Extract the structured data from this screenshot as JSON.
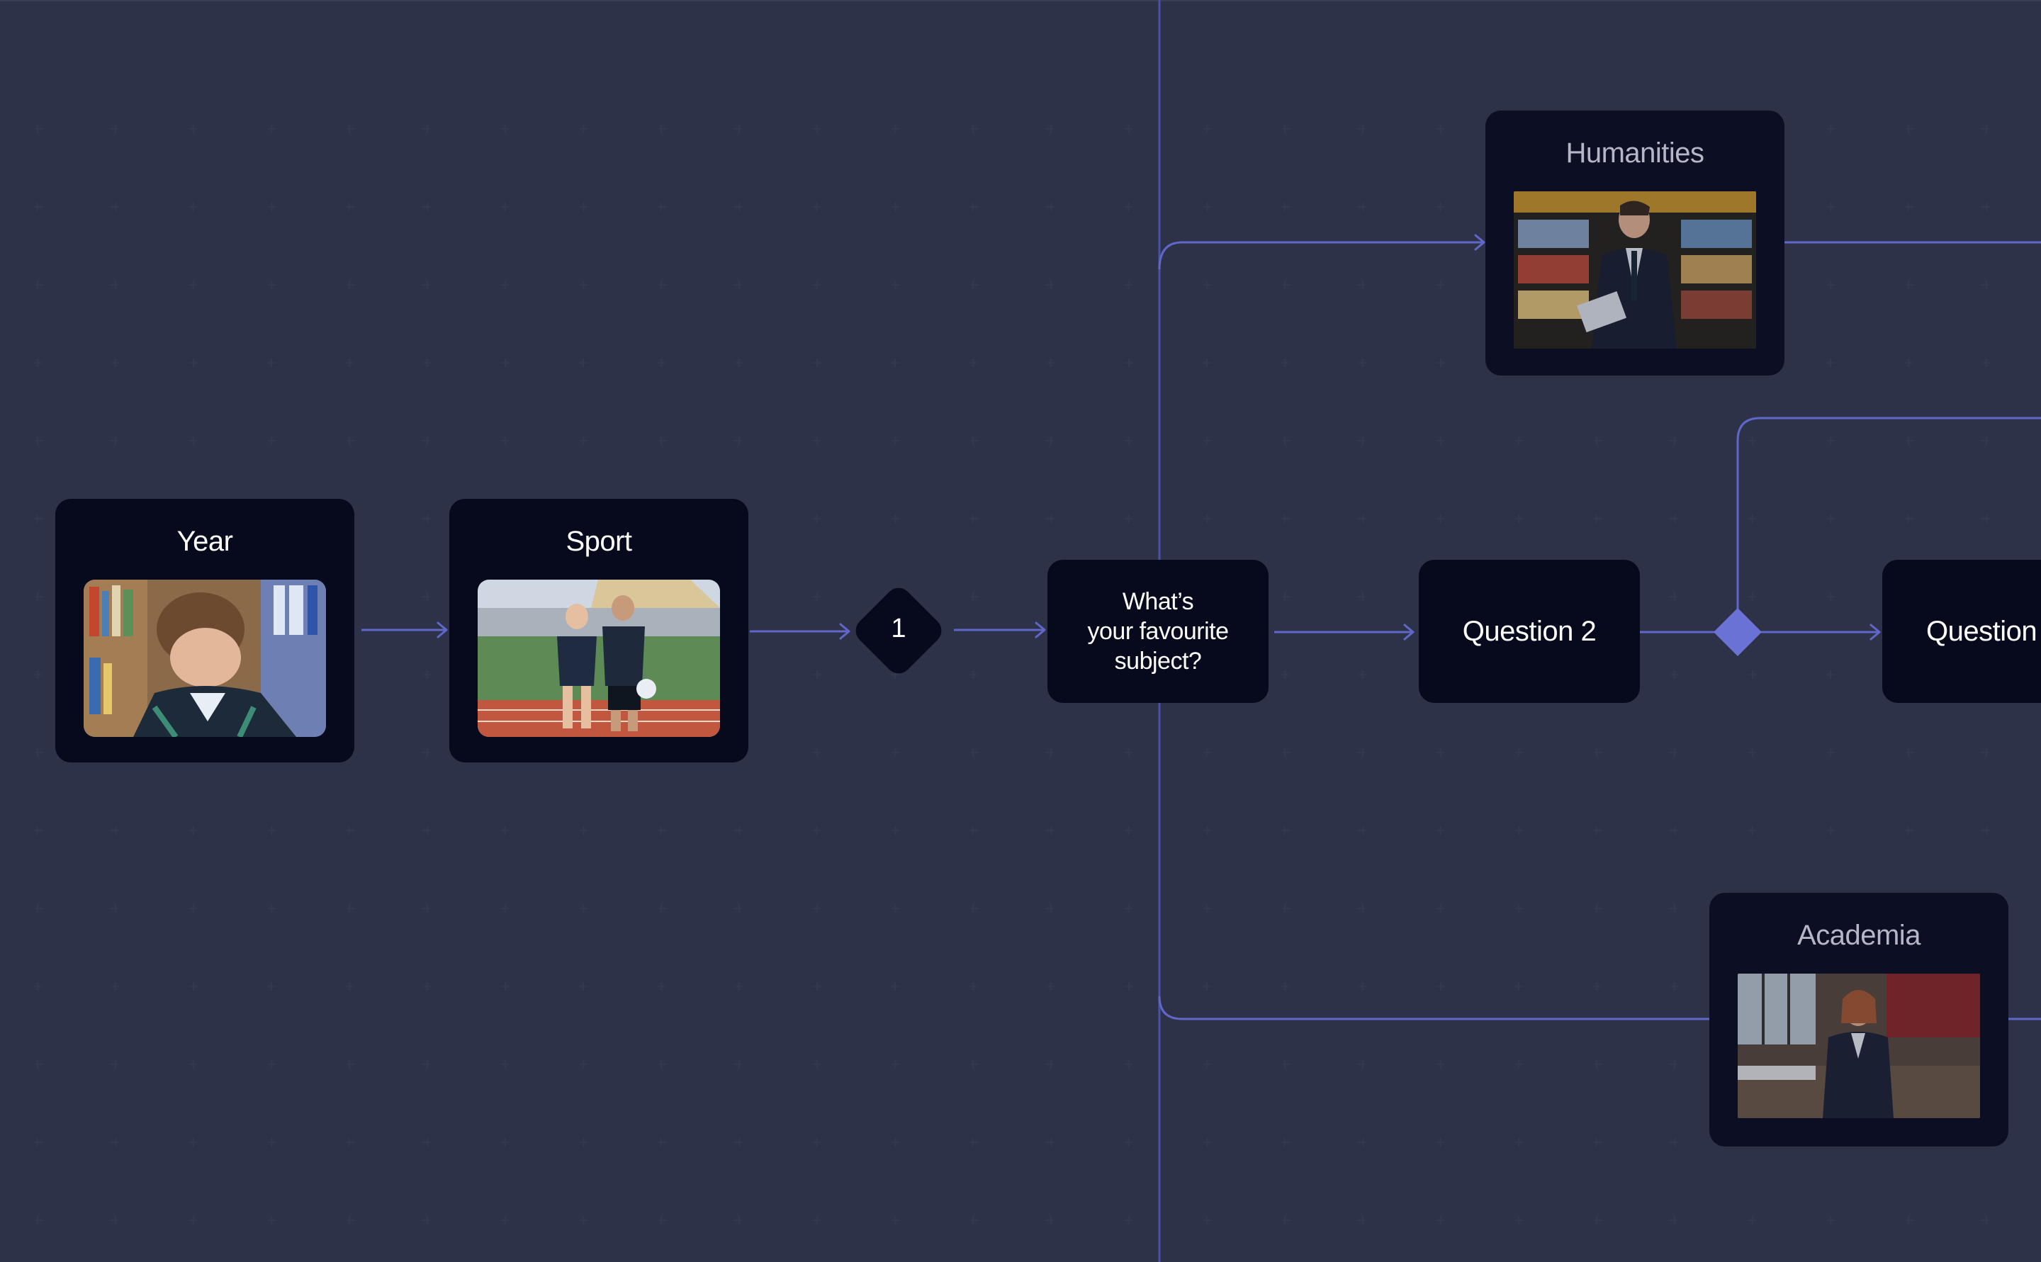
{
  "canvas": {
    "background": "#23263a",
    "grid": "plus-markers",
    "connector_color": "#5f67c8",
    "node_color": "#070a1c",
    "junction_color": "#6a72d6"
  },
  "nodes": {
    "year": {
      "title": "Year",
      "thumb_icon": "student-in-library-photo"
    },
    "sport": {
      "title": "Sport",
      "thumb_icon": "students-on-sports-field-photo"
    },
    "branch_1": {
      "label": "1"
    },
    "favourite_subject": {
      "line1": "What’s",
      "line2": "your favourite",
      "line3": "subject?"
    },
    "question_2": {
      "label": "Question 2"
    },
    "question_next": {
      "label": "Question"
    },
    "humanities": {
      "title": "Humanities",
      "thumb_icon": "student-holding-books-photo"
    },
    "academia": {
      "title": "Academia",
      "thumb_icon": "teacher-in-classroom-photo"
    }
  }
}
